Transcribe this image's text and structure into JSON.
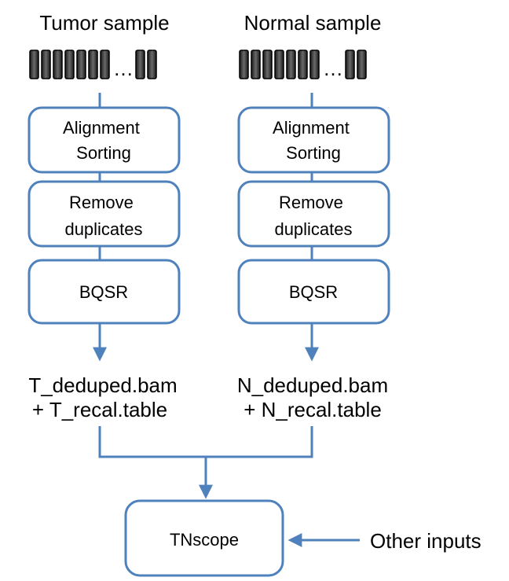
{
  "colors": {
    "accent": "#4f81bd",
    "read_fill": "#3b3b3b",
    "text": "#000000"
  },
  "icons": {
    "reads": "sequencing-reads-icon"
  },
  "tumor": {
    "title": "Tumor sample",
    "steps": [
      "Alignment\nSorting",
      "Remove\nduplicates",
      "BQSR"
    ],
    "output": [
      "T_deduped.bam",
      "+ T_recal.table"
    ]
  },
  "normal": {
    "title": "Normal sample",
    "steps": [
      "Alignment\nSorting",
      "Remove\nduplicates",
      "BQSR"
    ],
    "output": [
      "N_deduped.bam",
      "+ N_recal.table"
    ]
  },
  "reads": {
    "ellipsis": "…"
  },
  "tnscope": {
    "label": "TNscope"
  },
  "other_inputs": {
    "label": "Other inputs"
  }
}
